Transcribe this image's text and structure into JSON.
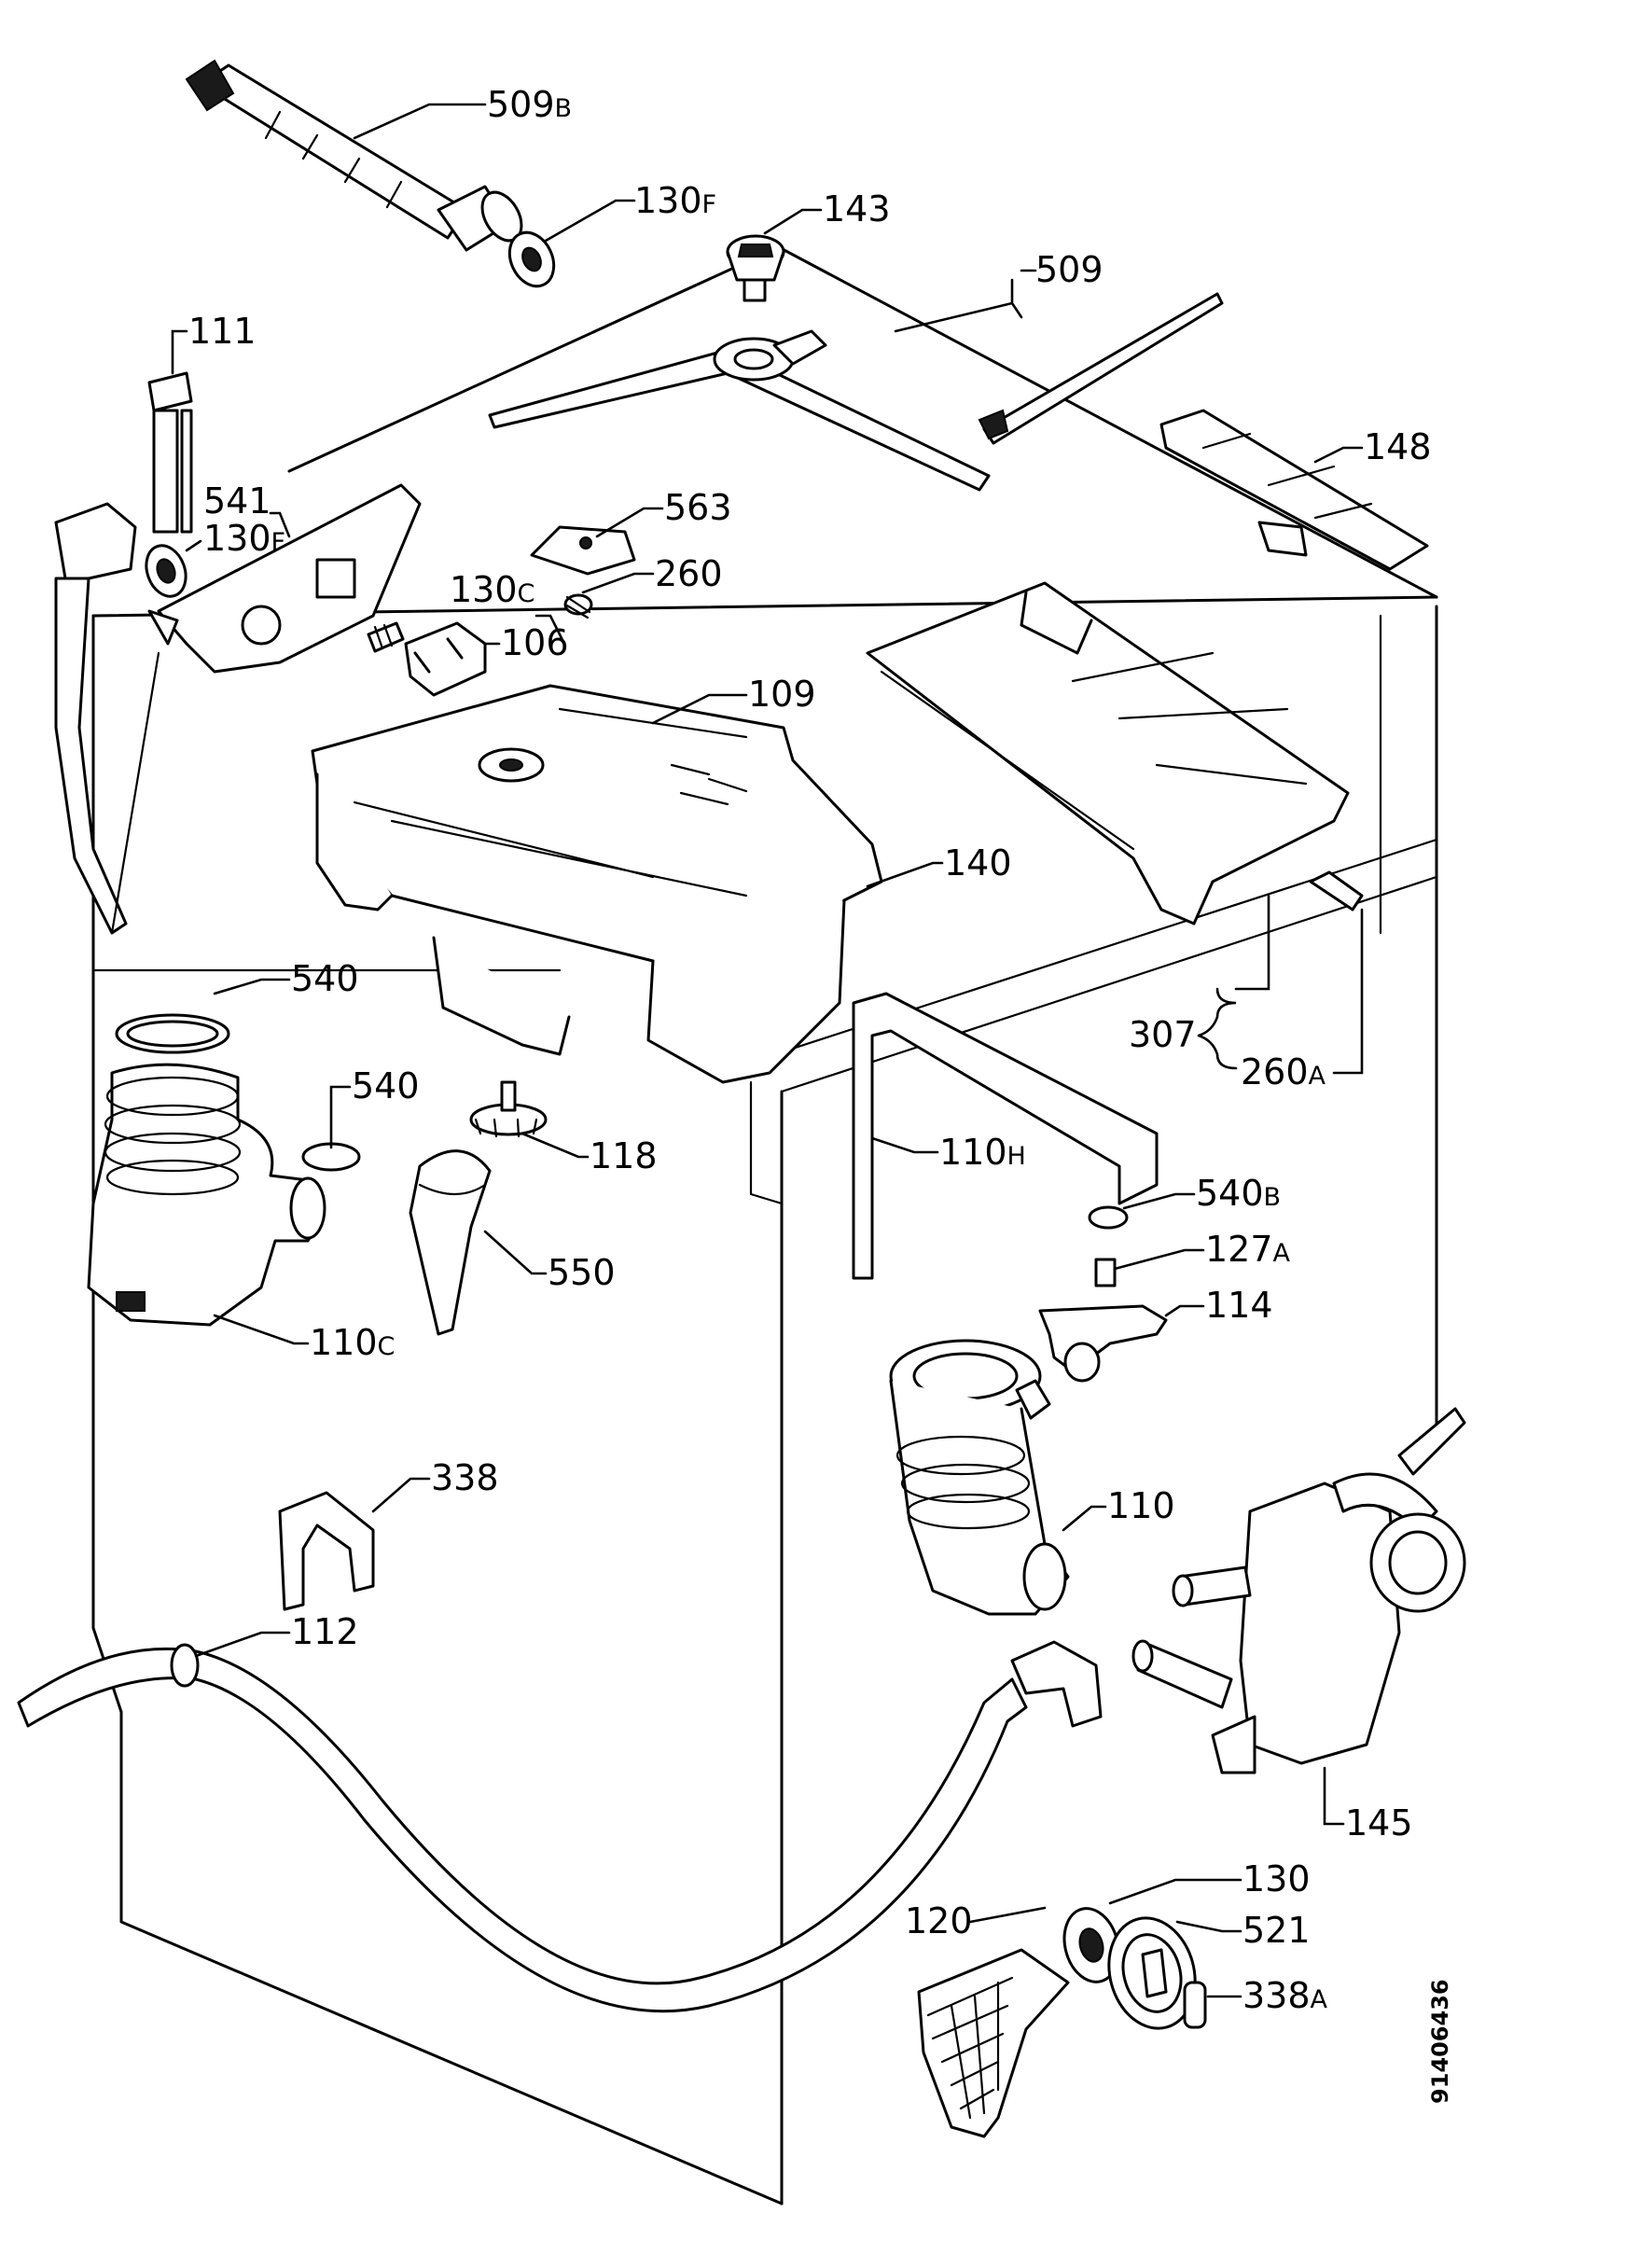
{
  "labels": {
    "l509b": {
      "num": "509",
      "suf": "B"
    },
    "l130f1": {
      "num": "130",
      "suf": "F"
    },
    "l143": {
      "num": "143",
      "suf": ""
    },
    "l509": {
      "num": "509",
      "suf": ""
    },
    "l111": {
      "num": "111",
      "suf": ""
    },
    "l541": {
      "num": "541",
      "suf": ""
    },
    "l130f2": {
      "num": "130",
      "suf": "F"
    },
    "l563": {
      "num": "563",
      "suf": ""
    },
    "l260": {
      "num": "260",
      "suf": ""
    },
    "l130c": {
      "num": "130",
      "suf": "C"
    },
    "l106": {
      "num": "106",
      "suf": ""
    },
    "l109": {
      "num": "109",
      "suf": ""
    },
    "l148": {
      "num": "148",
      "suf": ""
    },
    "l140": {
      "num": "140",
      "suf": ""
    },
    "l540a": {
      "num": "540",
      "suf": ""
    },
    "l540b": {
      "num": "540",
      "suf": ""
    },
    "l118": {
      "num": "118",
      "suf": ""
    },
    "l307": {
      "num": "307",
      "suf": ""
    },
    "l260a": {
      "num": "260",
      "suf": "A"
    },
    "l110h": {
      "num": "110",
      "suf": "H"
    },
    "l540bb": {
      "num": "540",
      "suf": "B"
    },
    "l127a": {
      "num": "127",
      "suf": "A"
    },
    "l550": {
      "num": "550",
      "suf": ""
    },
    "l114": {
      "num": "114",
      "suf": ""
    },
    "l110c": {
      "num": "110",
      "suf": "C"
    },
    "l110": {
      "num": "110",
      "suf": ""
    },
    "l338": {
      "num": "338",
      "suf": ""
    },
    "l112": {
      "num": "112",
      "suf": ""
    },
    "l145": {
      "num": "145",
      "suf": ""
    },
    "l130": {
      "num": "130",
      "suf": ""
    },
    "l120": {
      "num": "120",
      "suf": ""
    },
    "l521": {
      "num": "521",
      "suf": ""
    },
    "l338a": {
      "num": "338",
      "suf": "A"
    }
  },
  "drawing_code": "91406436"
}
